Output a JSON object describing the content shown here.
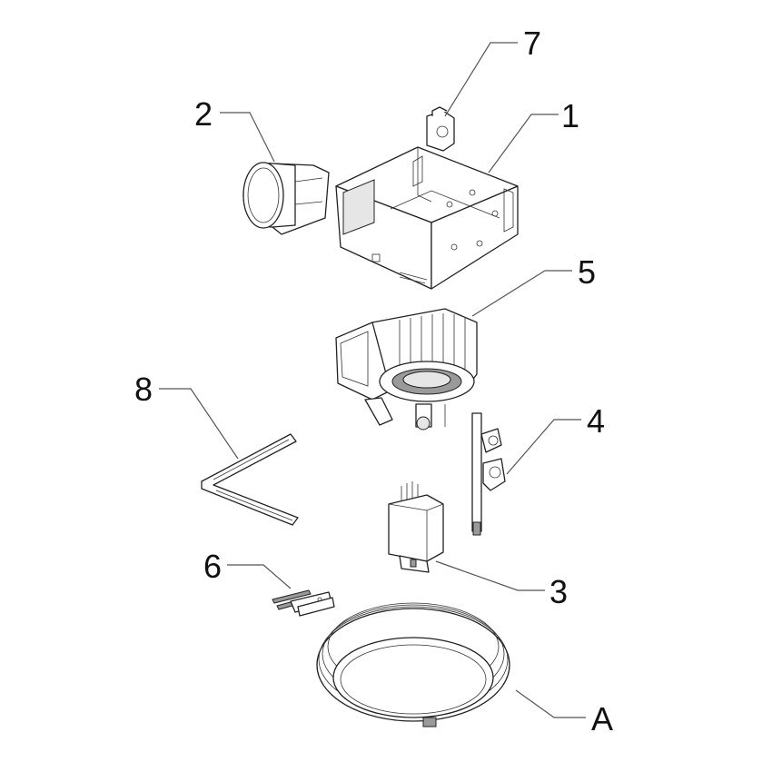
{
  "callouts": [
    {
      "id": "1",
      "label": "1"
    },
    {
      "id": "2",
      "label": "2"
    },
    {
      "id": "3",
      "label": "3"
    },
    {
      "id": "4",
      "label": "4"
    },
    {
      "id": "5",
      "label": "5"
    },
    {
      "id": "6",
      "label": "6"
    },
    {
      "id": "7",
      "label": "7"
    },
    {
      "id": "8",
      "label": "8"
    },
    {
      "id": "A",
      "label": "A"
    }
  ]
}
